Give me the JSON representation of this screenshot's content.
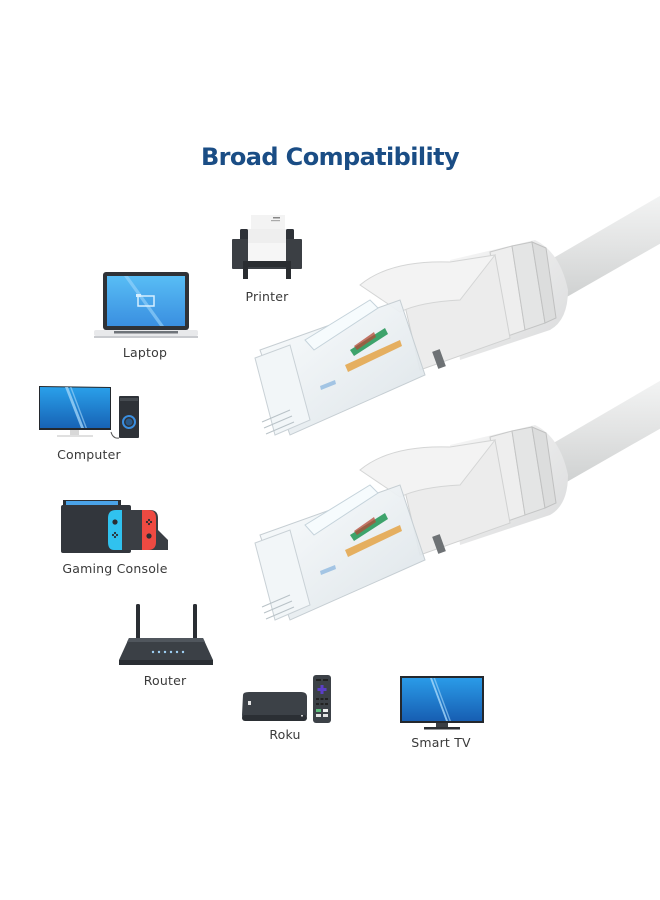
{
  "title": "Broad Compatibility",
  "colors": {
    "title": "#1a4d85",
    "label": "#3a3a3a",
    "device_dark": "#3b3f44",
    "screen_blue": "#2f8fd8",
    "cable_white": "#e9eaea",
    "switch_blue": "#32c3f0",
    "switch_red": "#ef4b43",
    "roku_purple": "#5b3ec8"
  },
  "devices": [
    {
      "id": "printer",
      "label": "Printer",
      "icon": "printer-icon"
    },
    {
      "id": "laptop",
      "label": "Laptop",
      "icon": "laptop-icon"
    },
    {
      "id": "computer",
      "label": "Computer",
      "icon": "desktop-computer-icon"
    },
    {
      "id": "gaming_console",
      "label": "Gaming Console",
      "icon": "gaming-console-icon"
    },
    {
      "id": "router",
      "label": "Router",
      "icon": "router-icon"
    },
    {
      "id": "roku",
      "label": "Roku",
      "icon": "roku-streaming-icon"
    },
    {
      "id": "smart_tv",
      "label": "Smart TV",
      "icon": "smart-tv-icon"
    }
  ],
  "product": {
    "name": "Ethernet patch cable with two RJ45 connectors",
    "icon": "ethernet-cable-icon"
  }
}
